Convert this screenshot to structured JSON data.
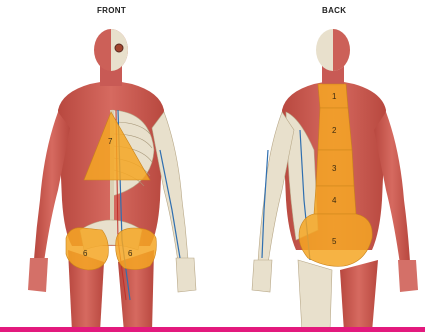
{
  "views": {
    "front": {
      "title": "FRONT"
    },
    "back": {
      "title": "BACK"
    }
  },
  "zones": {
    "front": [
      "7",
      "6",
      "6"
    ],
    "back": [
      "1",
      "2",
      "3",
      "4",
      "5"
    ]
  },
  "colors": {
    "zone_fill": "#f5a623",
    "muscle": "#c85a55",
    "bone": "#e8e0cc",
    "skin": "#efc9b8",
    "accent_bar": "#e3197d"
  }
}
